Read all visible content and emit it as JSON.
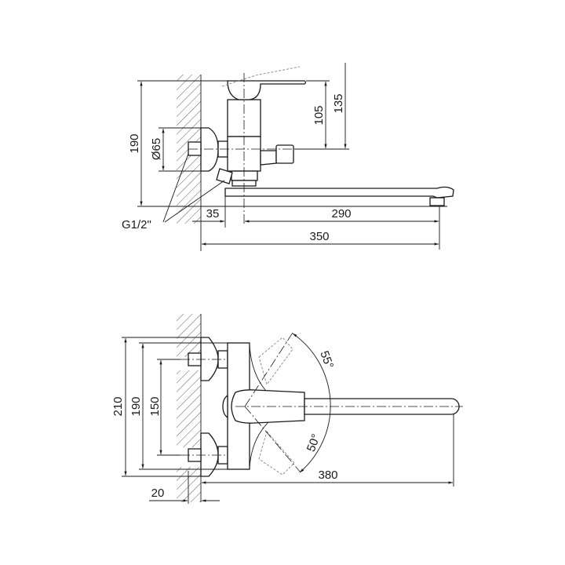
{
  "side_view": {
    "dim_height_total": "190",
    "dim_flange_diameter": "Ø65",
    "dim_handle_105": "105",
    "dim_handle_135": "135",
    "dim_offset": "35",
    "dim_spout": "290",
    "dim_total_length": "350",
    "thread_label": "G1/2\""
  },
  "top_view": {
    "dim_210": "210",
    "dim_190": "190",
    "dim_150": "150",
    "dim_reach": "380",
    "dim_wall": "20",
    "angle_up": "55°",
    "angle_down": "50°"
  }
}
